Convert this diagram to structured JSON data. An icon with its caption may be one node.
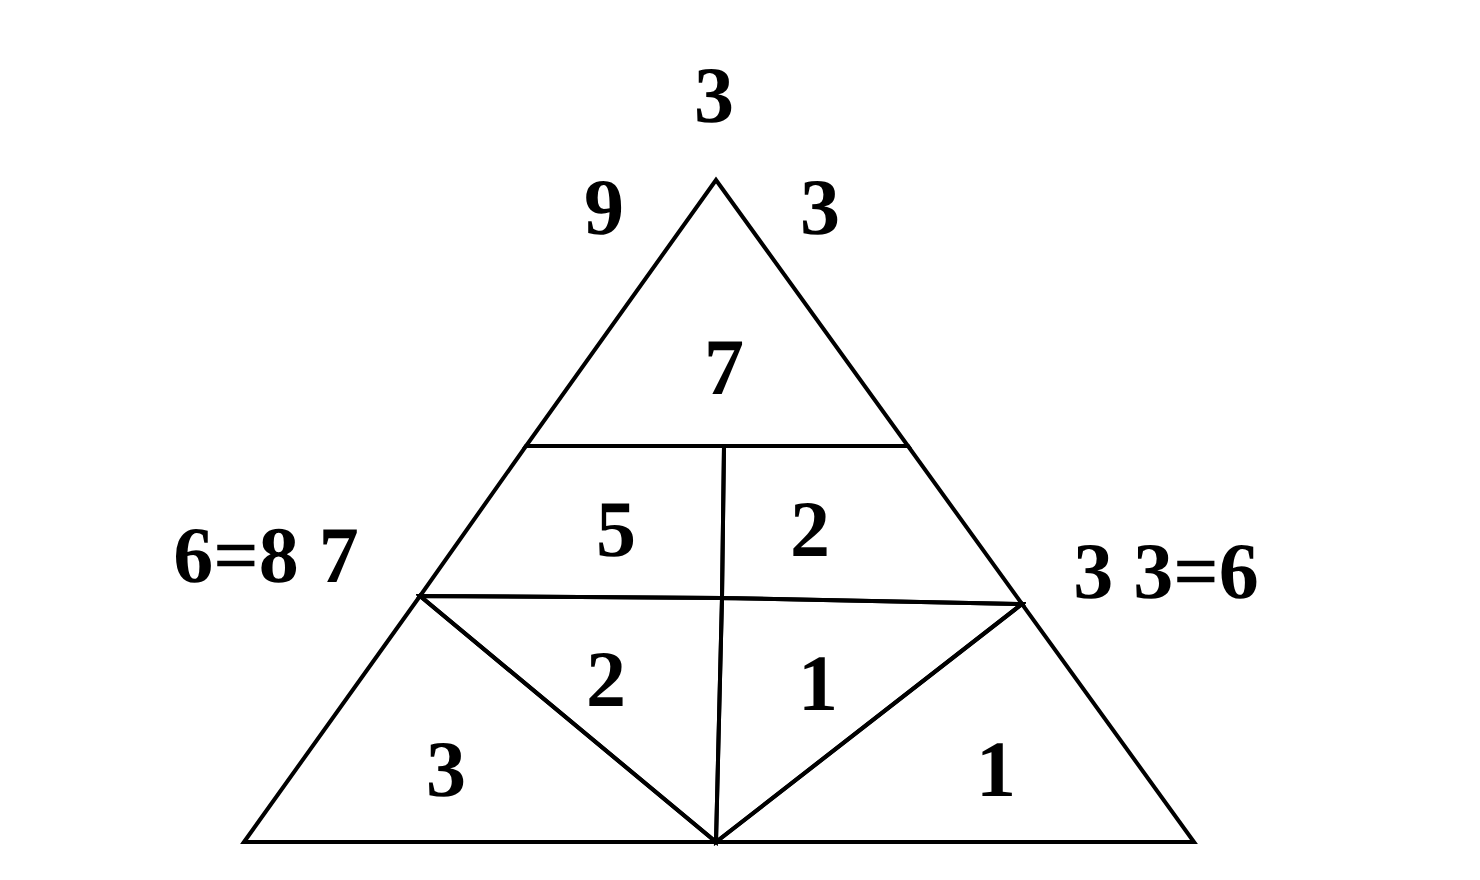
{
  "diagram": {
    "nodes": [
      {
        "text": [
          "7"
        ]
      },
      {
        "text": [
          "5"
        ]
      },
      {
        "text": [
          "2"
        ]
      },
      {
        "text": [
          "2"
        ]
      },
      {
        "text": [
          "1"
        ]
      },
      {
        "text": [
          "3"
        ]
      },
      {
        "text": [
          "1"
        ]
      }
    ],
    "labels": [
      "3",
      "9",
      "3",
      "6=8 7",
      "3 3=6"
    ]
  }
}
